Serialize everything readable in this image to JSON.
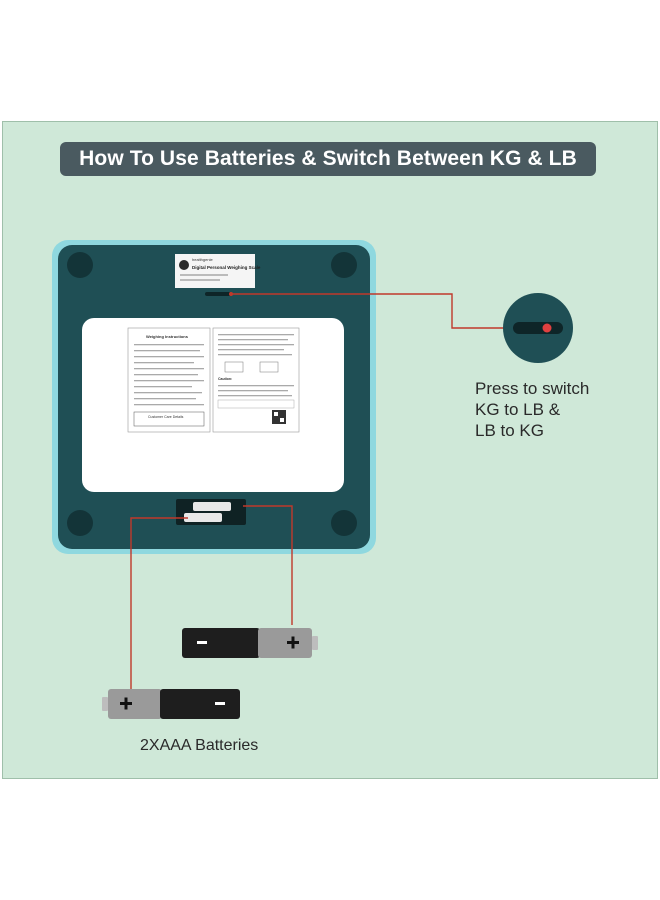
{
  "title": "How To Use Batteries & Switch Between KG & LB",
  "scale": {
    "label_brand": "healthgenie",
    "label_title": "Digital Personal Weighing Scale",
    "instructions_heading": "Weighing Instructions",
    "caution_heading": "Caution:",
    "care_heading": "Customer Care Details"
  },
  "switch_caption": {
    "lines": [
      "Press to switch",
      "KG to LB &",
      "LB to KG"
    ]
  },
  "battery_caption": "2XAAA Batteries",
  "colors": {
    "panel_bg": "#cfe8d8",
    "banner_bg": "#4a5a60",
    "scale_body": "#1f4f55",
    "scale_glass": "#8fd8df",
    "pointer_line": "#c0392b"
  },
  "icons": [
    "unit-switch-icon",
    "battery-icon"
  ]
}
